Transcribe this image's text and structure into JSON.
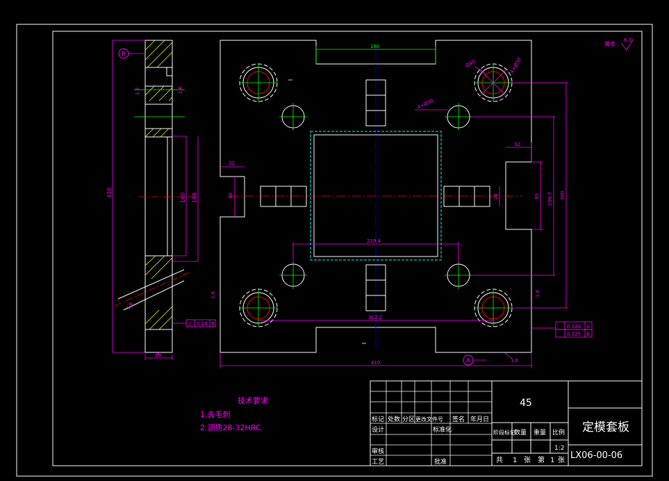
{
  "colors": {
    "background": "#000000",
    "outline": "#ffffff",
    "dimension": "#ff00ff",
    "centerline": "#ff0000",
    "axis": "#0000ff",
    "guide": "#00ff00",
    "inner": "#00ffff",
    "hatch": "#ffff00"
  },
  "dimensions": {
    "top_width": "160",
    "left_slot_width": "32",
    "left_slot_height": "40",
    "right_slot_width": "32",
    "right_slot_height": "90",
    "right_small": "26",
    "inner_height": "209.7",
    "overall_height_right": "300",
    "inner_width": "219.4",
    "hole_spacing": "312.2",
    "overall_width": "410",
    "thickness": "36",
    "side_height": "410",
    "side_160": "160",
    "side_168": "168",
    "hole_dia_40": "Ø40",
    "hole_dia_30": "4×Ø30",
    "hole_dia_mix": "4×Ø30",
    "surface_marks": [
      "1.6",
      "1.6",
      "1.6",
      "1.6",
      "1.6"
    ],
    "datum_a": "A",
    "datum_b": "B",
    "tol_parallel": "0.16",
    "tol_row1_value": "0.020",
    "tol_row2_value": "0.025",
    "corner_roughness": "6.3",
    "corner_other": "其余"
  },
  "tech_notes": {
    "title": "技术要求",
    "line1": "1.去毛刺",
    "line2": "2.调质28-32HRC."
  },
  "title_block": {
    "material": "45",
    "part_name": "定模套板",
    "drawing_no": "LX06-00-06",
    "scale_label": "比例",
    "scale": "1:2",
    "weight_label": "重量",
    "qty_label": "数量",
    "stage_label": "阶段标记",
    "row_headers": [
      "标记",
      "处数",
      "分区",
      "更改文件号",
      "签名",
      "年月日"
    ],
    "design": "设计",
    "std": "标准化",
    "check": "审核",
    "process": "工艺",
    "approve": "批准",
    "sheet_total_prefix": "共",
    "sheet_total": "1",
    "sheet_total_suffix": "张",
    "sheet_no_prefix": "第",
    "sheet_no": "1",
    "sheet_no_suffix": "张"
  }
}
